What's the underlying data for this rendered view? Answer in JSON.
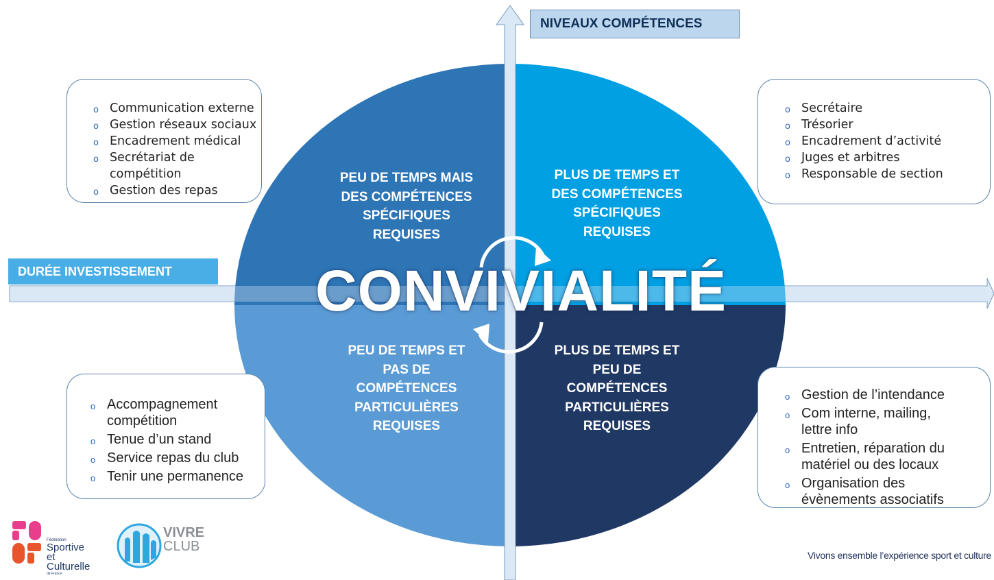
{
  "axes": {
    "vertical_label": "NIVEAUX COMPÉTENCES",
    "horizontal_label": "DURÉE INVESTISSEMENT"
  },
  "center": {
    "title": "CONVIVIALITÉ"
  },
  "quadrants": {
    "top_left": {
      "text": "PEU DE TEMPS MAIS\nDES COMPÉTENCES\nSPÉCIFIQUES\nREQUISES",
      "color": "#2e75b6"
    },
    "top_right": {
      "text": "PLUS DE TEMPS ET\nDES COMPÉTENCES\nSPÉCIFIQUES\nREQUISES",
      "color": "#00a0e3"
    },
    "bottom_left": {
      "text": "PEU DE TEMPS ET\nPAS DE\nCOMPÉTENCES\nPARTICULIÈRES\nREQUISES",
      "color": "#5b9bd5"
    },
    "bottom_right": {
      "text": "PLUS DE TEMPS ET\nPEU DE\nCOMPÉTENCES\nPARTICULIÈRES\nREQUISES",
      "color": "#203864"
    }
  },
  "boxes": {
    "top_left": [
      "Communication externe",
      "Gestion réseaux sociaux",
      "Encadrement médical",
      "Secrétariat de\ncompétition",
      "Gestion des repas"
    ],
    "top_right": [
      "Secrétaire",
      "Trésorier",
      "Encadrement d’activité",
      "Juges et arbitres",
      "Responsable de section"
    ],
    "bottom_left": [
      "Accompagnement\ncompétition",
      "Tenue d’un stand",
      "Service repas du club",
      "Tenir une permanence"
    ],
    "bottom_right": [
      "Gestion de l’intendance",
      "Com interne, mailing,\nlettre info",
      "Entretien, réparation du\nmatériel ou des locaux",
      "Organisation des\névènements associatifs"
    ]
  },
  "footer": {
    "fscf_small": "Fédération",
    "fscf_line1": "Sportive",
    "fscf_line2": "et Culturelle",
    "fscf_tiny": "de France",
    "vivre": "VIVRE",
    "club": "CLUB",
    "slogan": "Vivons ensemble l’expérience sport et culture"
  }
}
